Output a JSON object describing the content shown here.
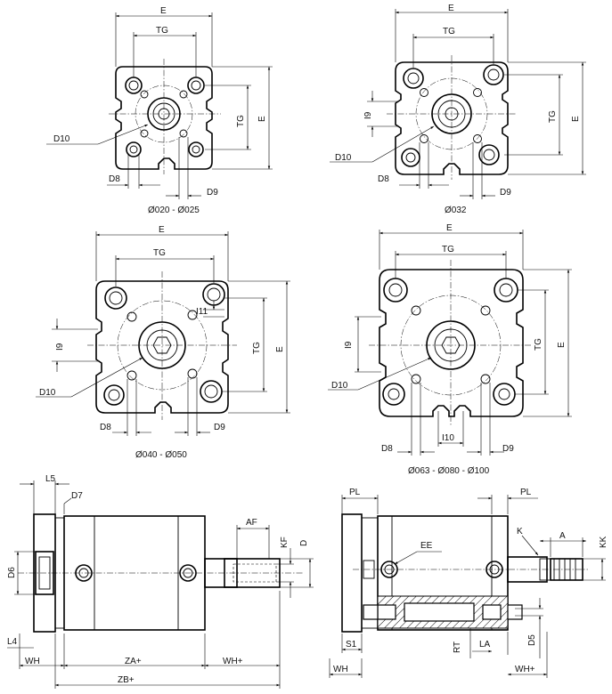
{
  "views": {
    "front_small": {
      "caption": "Ø020 - Ø025",
      "labels": {
        "E_top": "E",
        "TG_top": "TG",
        "TG_side": "TG",
        "E_side": "E",
        "D10": "D10",
        "D8": "D8",
        "D9": "D9"
      }
    },
    "front_32": {
      "caption": "Ø032",
      "labels": {
        "E_top": "E",
        "TG_top": "TG",
        "I9": "I9",
        "TG_side": "TG",
        "E_side": "E",
        "D10": "D10",
        "D8": "D8",
        "D9": "D9"
      }
    },
    "front_40": {
      "caption": "Ø040 - Ø050",
      "labels": {
        "E_top": "E",
        "TG_top": "TG",
        "I11": "I11",
        "I9": "I9",
        "TG_side": "TG",
        "E_side": "E",
        "D10": "D10",
        "D8": "D8",
        "D9": "D9"
      }
    },
    "front_63": {
      "caption": "Ø063 - Ø080 - Ø100",
      "labels": {
        "E_top": "E",
        "TG_top": "TG",
        "I9": "I9",
        "TG_side": "TG",
        "E_side": "E",
        "D10": "D10",
        "I10": "I10",
        "D8": "D8",
        "D9": "D9"
      }
    },
    "side_left": {
      "labels": {
        "L5": "L5",
        "D7": "D7",
        "D6": "D6",
        "L4": "L4",
        "WH": "WH",
        "ZA": "ZA+",
        "WH_plus": "WH+",
        "ZB": "ZB+",
        "AF": "AF",
        "KF": "KF",
        "D": "D"
      }
    },
    "side_right": {
      "labels": {
        "PL_left": "PL",
        "PL_right": "PL",
        "EE": "EE",
        "K": "K",
        "A": "A",
        "KK": "KK",
        "S1": "S1",
        "RT": "RT",
        "LA": "LA",
        "D5": "D5",
        "WH": "WH",
        "WH_plus": "WH+"
      }
    }
  }
}
